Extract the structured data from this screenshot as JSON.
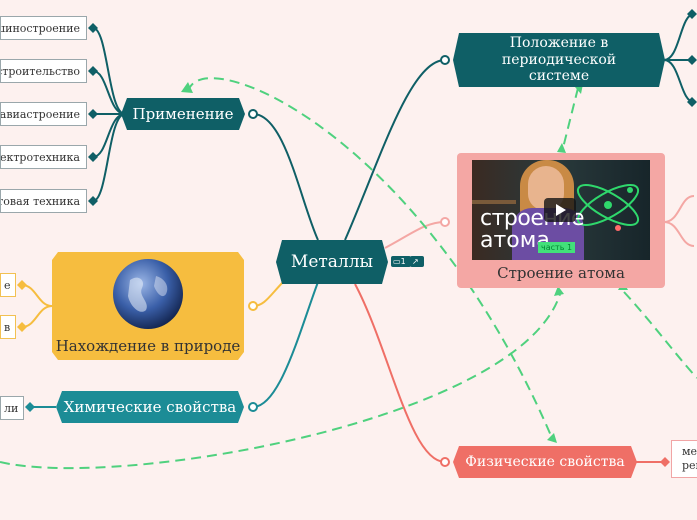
{
  "central": {
    "label": "Металлы",
    "badge_comments": "1"
  },
  "branches": {
    "application": {
      "label": "Применение",
      "leaves": [
        "машиностроение",
        "строительство",
        "авиастроение",
        "электротехника",
        "бытовая техника"
      ]
    },
    "periodic": {
      "label": "Положение в периодической системе"
    },
    "atom": {
      "label": "Строение атома",
      "video_title_1": "строение",
      "video_title_2": "атома",
      "video_tag": "часть 1"
    },
    "nature": {
      "label": "Нахождение в природе",
      "leaves": [
        "е",
        "в"
      ]
    },
    "chemical": {
      "label": "Химические свойства",
      "leaves": [
        "ли"
      ]
    },
    "physical": {
      "label": "Физические свойства",
      "leaves": [
        "мет реш"
      ]
    }
  },
  "colors": {
    "teal_dark": "#0f5f66",
    "teal": "#1c8c96",
    "yellow": "#f6bd3f",
    "pink": "#f4a7a4",
    "coral": "#ef6f66",
    "dash": "#4fd17e"
  },
  "icons": [
    "comment-icon",
    "link-icon",
    "earth-image",
    "play-icon"
  ]
}
